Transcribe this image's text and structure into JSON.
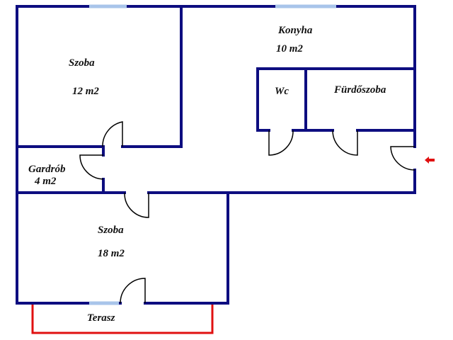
{
  "colors": {
    "wall": "#0d0d80",
    "window": "#a8c4ea",
    "terrace": "#e01010",
    "door": "#000000",
    "arrow": "#e01010"
  },
  "rooms": {
    "szoba_top": {
      "name": "Szoba",
      "area": "12 m2"
    },
    "konyha": {
      "name": "Konyha",
      "area": "10 m2"
    },
    "wc": {
      "name": "Wc"
    },
    "furdoszoba": {
      "name": "Fürdőszoba"
    },
    "gardrob": {
      "name": "Gardrób",
      "area": "4 m2"
    },
    "szoba_bottom": {
      "name": "Szoba",
      "area": "18 m2"
    },
    "terasz": {
      "name": "Terasz"
    }
  },
  "entrance_icon": "arrow-left-icon"
}
